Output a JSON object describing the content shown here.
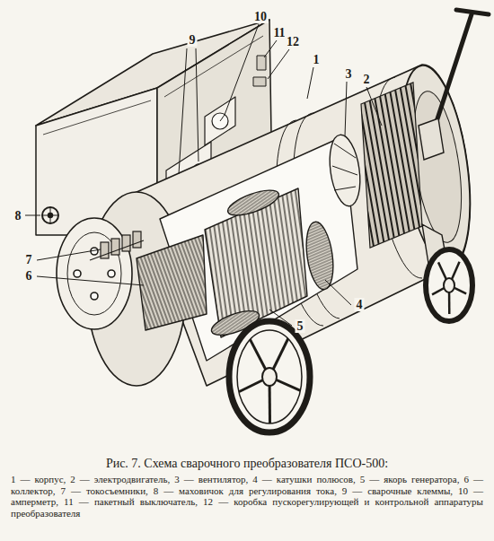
{
  "diagram": {
    "caption": "Рис. 7. Схема сварочного преобразователя ПСО-500:",
    "labels": [
      "10",
      "11",
      "12",
      "9",
      "1",
      "3",
      "2",
      "8",
      "7",
      "6",
      "4",
      "5",
      "1 — корпус, 2 — электродвигатель, 3 — вентилятор, 4 — катушки полюсов, 5 — якорь генератора, 6 — коллектор, 7 — токосъемники, 8 — маховичок для регулирования тока, 9 — сварочные клеммы, 10 — амперметр, 11 — пакетный выключатель, 12 — коробка пускорегулирующей и контрольной аппаратуры преобразователя"
    ]
  }
}
